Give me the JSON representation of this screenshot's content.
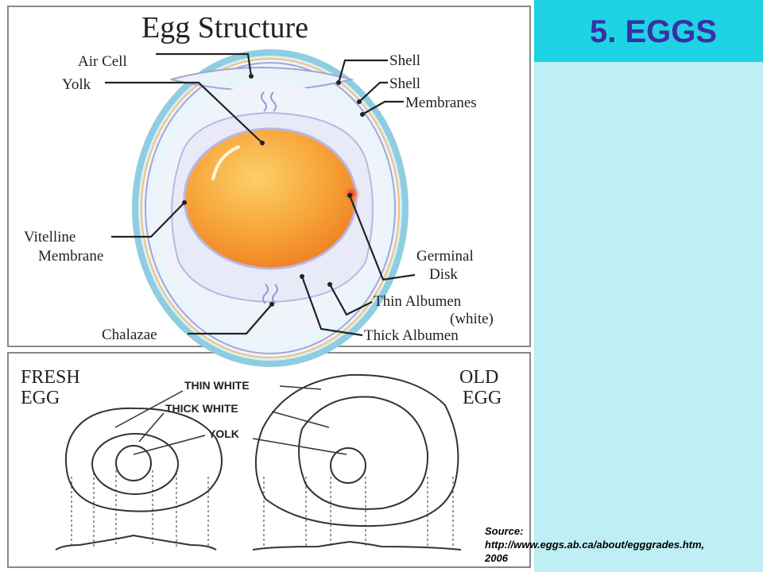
{
  "slide": {
    "title": "5. EGGS"
  },
  "egg_structure": {
    "title": "Egg Structure",
    "labels": {
      "air_cell": "Air Cell",
      "yolk": "Yolk",
      "shell": "Shell",
      "shell_membranes_1": "Shell",
      "shell_membranes_2": "Membranes",
      "vitelline_1": "Vitelline",
      "vitelline_2": "Membrane",
      "germinal_1": "Germinal",
      "germinal_2": "Disk",
      "thin_albumen_1": "Thin Albumen",
      "thin_albumen_2": "(white)",
      "chalazae": "Chalazae",
      "thick_albumen": "Thick Albumen"
    }
  },
  "fresh_old": {
    "fresh_1": "FRESH",
    "fresh_2": "EGG",
    "old_1": "OLD",
    "old_2": "EGG",
    "thin_white": "THIN WHITE",
    "thick_white": "THICK WHITE",
    "yolk": "YOLK"
  },
  "source": {
    "line1": "Source:",
    "line2": "http://www.eggs.ab.ca/about/egggrades.htm,",
    "line3": "2006"
  },
  "colors": {
    "title": "#3a2fa6",
    "band": "#1ed3e3",
    "background": "#bfeef4",
    "yolk": "#f59a2a",
    "shell": "#9fd6e6"
  }
}
